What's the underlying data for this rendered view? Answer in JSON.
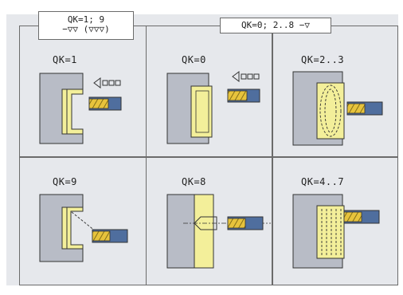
{
  "headers": {
    "left_line1": "QK=1; 9",
    "left_line2": "−▽▽ (▽▽▽)",
    "right": "QK=0; 2..8 −▽"
  },
  "cells": [
    {
      "label": "QK=1"
    },
    {
      "label": "QK=0"
    },
    {
      "label": "QK=2..3"
    },
    {
      "label": "QK=9"
    },
    {
      "label": "QK=8"
    },
    {
      "label": "QK=4..7"
    }
  ],
  "colors": {
    "workpiece": "#b8bcc6",
    "finish": "#f3ef9a",
    "tool_body": "#4f6e9e",
    "tool_tip": "#e7c33c",
    "outline": "#333333"
  }
}
